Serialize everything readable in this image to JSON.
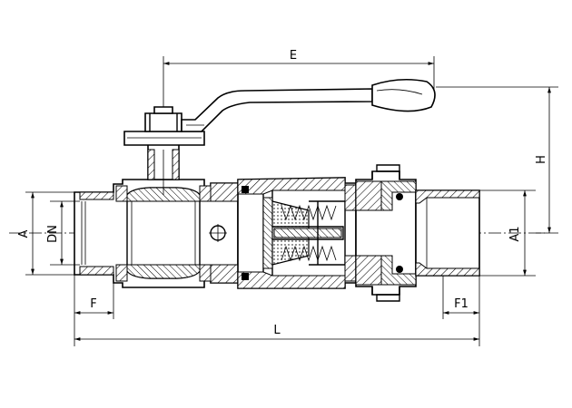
{
  "dimensions": {
    "E": "E",
    "H": "H",
    "A": "A",
    "DN": "DN",
    "A1": "A1",
    "F": "F",
    "F1": "F1",
    "L": "L"
  }
}
